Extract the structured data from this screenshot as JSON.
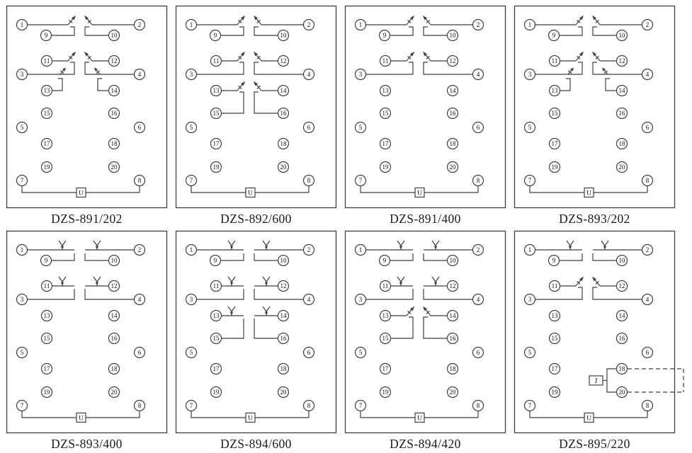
{
  "page": {
    "background": "#ffffff",
    "line_color": "#3f3f3f",
    "text_color": "#111111"
  },
  "terminal_numbers": [
    "1",
    "2",
    "3",
    "4",
    "5",
    "6",
    "7",
    "8",
    "9",
    "10",
    "11",
    "12",
    "13",
    "14",
    "15",
    "16",
    "17",
    "18",
    "19",
    "20"
  ],
  "panels": [
    {
      "label": "DZS-891/202",
      "coil_label": "U",
      "features": {
        "row1": "arrow",
        "row2": "arrow",
        "row2_third": true,
        "row3": null,
        "current_element": false
      }
    },
    {
      "label": "DZS-892/600",
      "coil_label": "U",
      "features": {
        "row1": "arrow",
        "row2": "arrow",
        "row2_third": false,
        "row3": "arrow",
        "current_element": false
      }
    },
    {
      "label": "DZS-891/400",
      "coil_label": "U",
      "features": {
        "row1": "arrow",
        "row2": "arrow",
        "row2_third": false,
        "row3": null,
        "current_element": false
      }
    },
    {
      "label": "DZS-893/202",
      "coil_label": "U",
      "features": {
        "row1": "arrow",
        "row2": "arrow",
        "row2_third": true,
        "row3": null,
        "current_element": false
      }
    },
    {
      "label": "DZS-893/400",
      "coil_label": "U",
      "features": {
        "row1": "fork",
        "row2": "fork",
        "row2_third": false,
        "row3": null,
        "current_element": false
      }
    },
    {
      "label": "DZS-894/600",
      "coil_label": "U",
      "features": {
        "row1": "fork",
        "row2": "fork",
        "row2_third": false,
        "row3": "fork",
        "current_element": false
      }
    },
    {
      "label": "DZS-894/420",
      "coil_label": "U",
      "features": {
        "row1": "fork",
        "row2": "fork",
        "row2_third": false,
        "row3": "arrow",
        "current_element": false
      }
    },
    {
      "label": "DZS-895/220",
      "coil_label": "U",
      "current_element_label": "I",
      "features": {
        "row1": "fork",
        "row2": "arrow",
        "row2_third": false,
        "row3": null,
        "current_element": true
      }
    }
  ]
}
